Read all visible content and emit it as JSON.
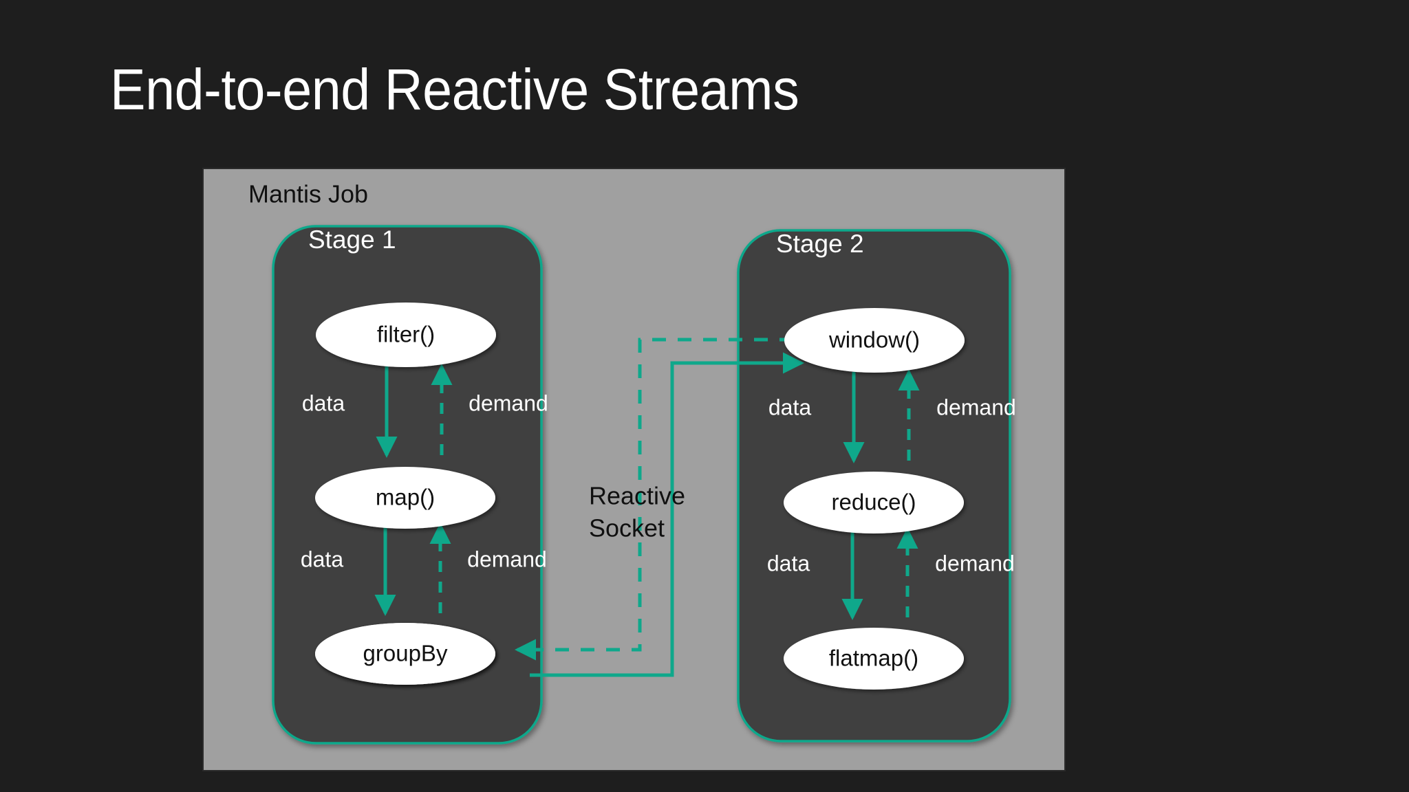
{
  "slide": {
    "title": "End-to-end Reactive Streams",
    "background_color": "#1e1e1e",
    "title_color": "#ffffff"
  },
  "diagram": {
    "type": "block-flow-diagram",
    "accent_color": "#0fa88b",
    "panel_color": "#a0a0a0",
    "stage_fill_color": "#414141",
    "node_fill_color": "#ffffff",
    "job": {
      "label": "Mantis Job"
    },
    "connector": {
      "label_line_1": "Reactive",
      "label_line_2": "Socket",
      "data_edge_style": "solid",
      "demand_edge_style": "dashed"
    },
    "stages": [
      {
        "label": "Stage 1",
        "nodes": [
          {
            "label": "filter()"
          },
          {
            "label": "map()"
          },
          {
            "label": "groupBy"
          }
        ],
        "edges": [
          {
            "data_label": "data",
            "demand_label": "demand"
          },
          {
            "data_label": "data",
            "demand_label": "demand"
          }
        ]
      },
      {
        "label": "Stage 2",
        "nodes": [
          {
            "label": "window()"
          },
          {
            "label": "reduce()"
          },
          {
            "label": "flatmap()"
          }
        ],
        "edges": [
          {
            "data_label": "data",
            "demand_label": "demand"
          },
          {
            "data_label": "data",
            "demand_label": "demand"
          }
        ]
      }
    ]
  }
}
